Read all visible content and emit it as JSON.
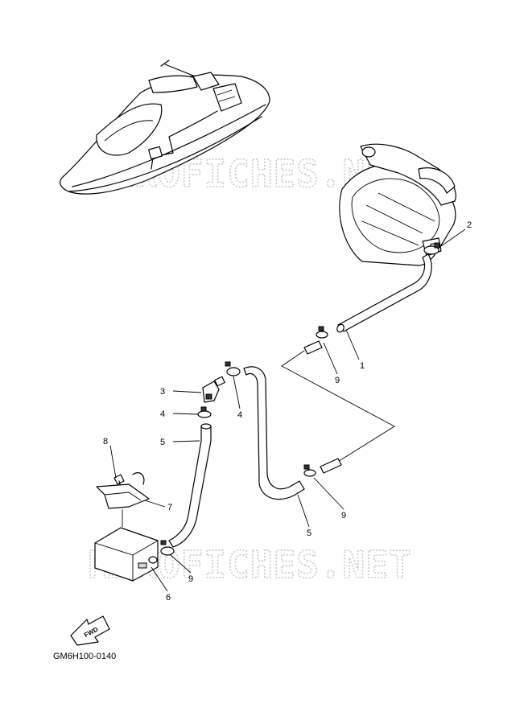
{
  "diagram": {
    "drawing_code": "GM6H100-0140",
    "fwd_label": "FWD",
    "watermark": "MAROFICHES.NET",
    "callouts": [
      {
        "id": "c1",
        "label": "1"
      },
      {
        "id": "c2",
        "label": "2"
      },
      {
        "id": "c3",
        "label": "3"
      },
      {
        "id": "c4a",
        "label": "4"
      },
      {
        "id": "c4b",
        "label": "4"
      },
      {
        "id": "c5a",
        "label": "5"
      },
      {
        "id": "c5b",
        "label": "5"
      },
      {
        "id": "c6",
        "label": "6"
      },
      {
        "id": "c7",
        "label": "7"
      },
      {
        "id": "c8",
        "label": "8"
      },
      {
        "id": "c9a",
        "label": "9"
      },
      {
        "id": "c9b",
        "label": "9"
      },
      {
        "id": "c9c",
        "label": "9"
      }
    ]
  }
}
